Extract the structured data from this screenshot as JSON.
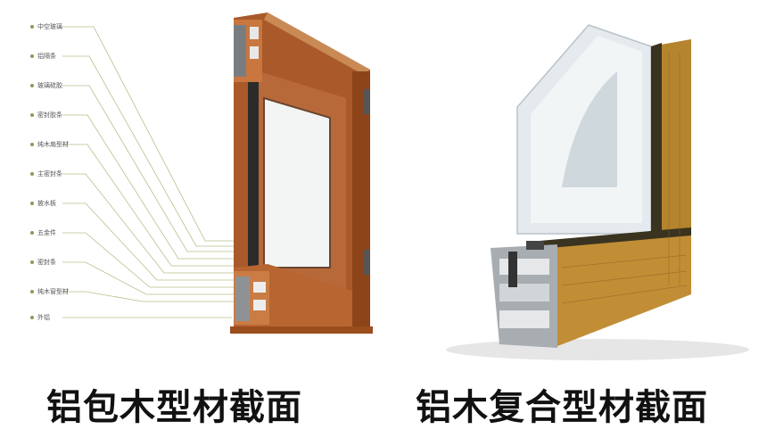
{
  "left": {
    "caption": "铝包木型材截面",
    "labels": [
      "中空玻璃",
      "铝隔条",
      "玻璃硅胶",
      "密封胶条",
      "纯木扇型材",
      "主密封条",
      "披水板",
      "五金件",
      "密封条",
      "纯木窗型材",
      "外铝"
    ]
  },
  "right": {
    "caption": "铝木复合型材截面"
  },
  "colors": {
    "wood": "#b0642a",
    "wood_dark": "#7a3c14",
    "oak": "#b5842f",
    "aluminum": "#a8adb2",
    "glass": "#dfe6ea",
    "leader": "#b7c08a"
  }
}
